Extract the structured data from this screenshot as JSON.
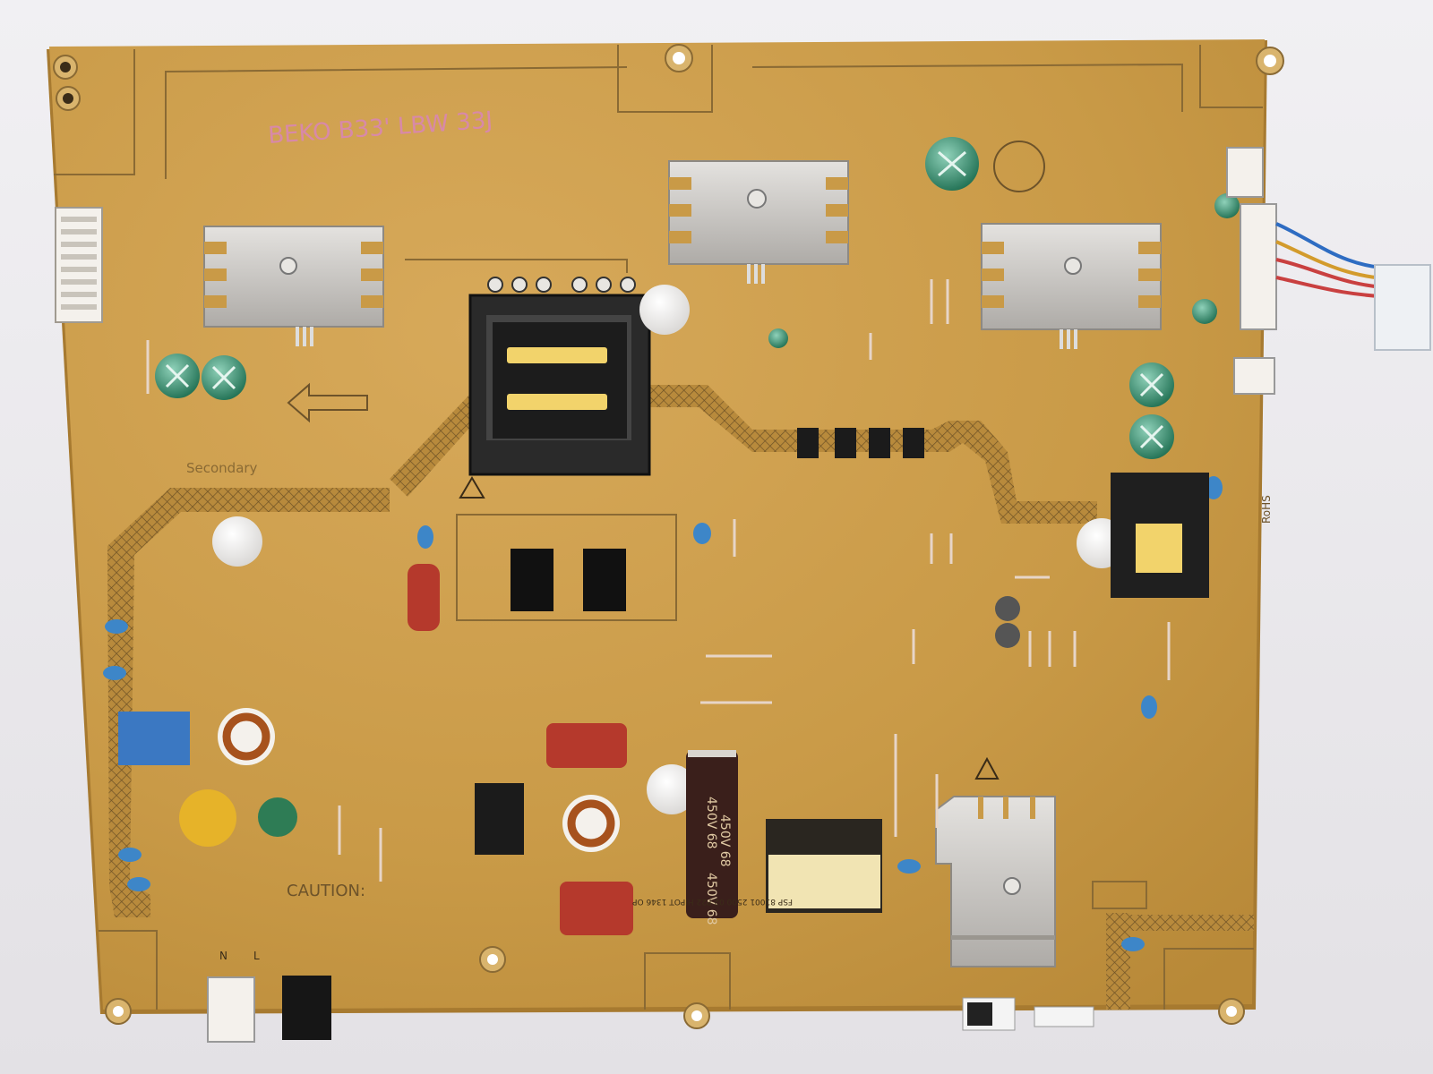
{
  "board": {
    "handwritten": "BEKO B33' LBW 33J",
    "label_secondary": "Secondary",
    "label_caution": "CAUTION:",
    "label_rohs": "RoHS",
    "connector_labels": {
      "neutral": "N",
      "live": "L"
    },
    "capacitor_markings": [
      "450V 68",
      "450V 68",
      "450V 68"
    ],
    "transformer_text": "FSP 81001 2500 02 P22 HIPOT 1346 OP"
  },
  "colors": {
    "pcb": "#c99a47",
    "pcb_edge": "#b48232",
    "silkscreen": "#5b4a2a",
    "hatch": "#7a5d2c",
    "heatsink": "#c9c6c2",
    "capacitor_green": "#2f8a6a",
    "capacitor_blue": "#3d86c8",
    "film_cap_red": "#b5392c"
  }
}
